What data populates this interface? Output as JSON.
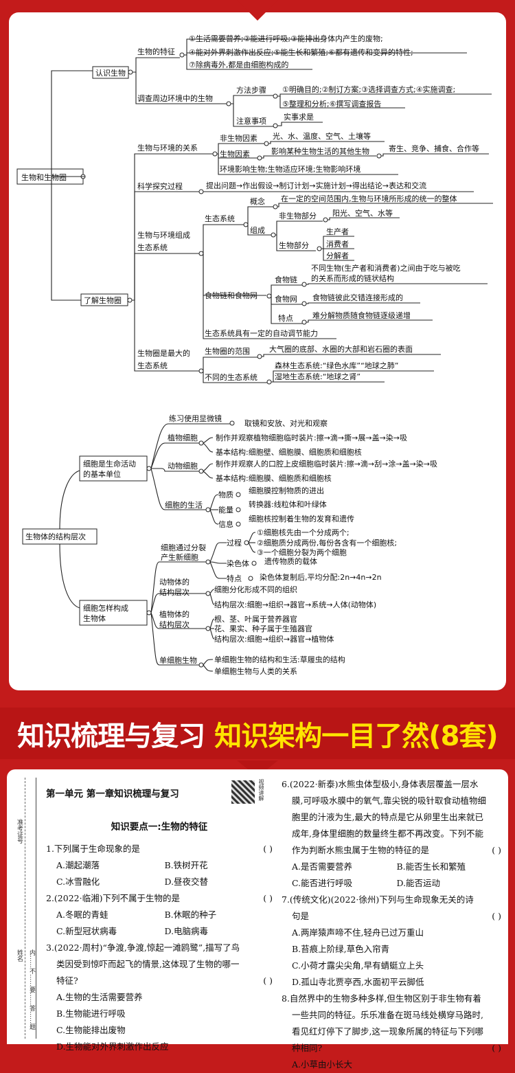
{
  "mindmap1": {
    "root": "生物和生物圈",
    "b1": "认识生物",
    "b1_1": "生物的特征",
    "c1": "①生活需要营养;②能进行呼吸;③能排出身体内产生的废物;",
    "c2": "④能对外界刺激作出反应;⑤能生长和繁殖;⑥都有遗传和变异的特性;",
    "c3": "⑦除病毒外,都是由细胞构成的",
    "b1_2": "调查周边环境中的生物",
    "fangfa": "方法步骤",
    "ff1": "①明确目的;②制订方案;③选择调查方式;④实施调查;",
    "ff2": "⑤整理和分析;⑥撰写调查报告",
    "zhuyi": "注意事项",
    "zy1": "实事求是",
    "b2": "了解生物圈",
    "b2_1": "生物与环境的关系",
    "fsw": "非生物因素",
    "fsw1": "光、水、温度、空气、土壤等",
    "sw": "生物因素",
    "sw1": "影响某种生物生活的其他生物",
    "sw2": "寄生、竞争、捕食、合作等",
    "hj": "环境影响生物;生物适应环境;生物影响环境",
    "b2_2": "科学探究过程",
    "kx": "提出问题→作出假设→制订计划→实施计划→得出结论→表达和交流",
    "b2_3a": "生物与环境组成",
    "b2_3b": "生态系统",
    "stxt": "生态系统",
    "gn": "概念",
    "gn1": "在一定的空间范围内,生物与环境所形成的统一的整体",
    "zc": "组成",
    "fswbf": "非生物部分",
    "fswbf1": "阳光、空气、水等",
    "swbf": "生物部分",
    "scz": "生产者",
    "xfz": "消费者",
    "fjz": "分解者",
    "swl": "食物链和食物网",
    "swlian": "食物链",
    "swl1a": "不同生物(生产者和消费者)之间由于吃与被吃",
    "swl1b": "的关系而形成的链状结构",
    "swwang": "食物网",
    "sww1": "食物链彼此交错连接形成的",
    "td": "特点",
    "td1": "难分解物质随食物链逐级递增",
    "zdtj": "生态系统具有一定的自动调节能力",
    "b2_4a": "生物圈是最大的",
    "b2_4b": "生态系统",
    "fw": "生物圈的范围",
    "fw1": "大气圈的底部、水圈的大部和岩石圈的表面",
    "btst": "不同的生态系统",
    "bt1": "森林生态系统:“绿色水库”“地球之肺”",
    "bt2": "湿地生态系统:“地球之肾”"
  },
  "mindmap2": {
    "root": "生物体的结构层次",
    "a1a": "细胞是生命活动",
    "a1b": "的基本单位",
    "xw": "练习使用显微镜",
    "xw1": "取镜和安放、对光和观察",
    "zwxb": "植物细胞",
    "zw1": "制作并观察植物细胞临时装片:擦→滴→撕→展→盖→染→吸",
    "zw2": "基本结构:细胞壁、细胞膜、细胞质和细胞核",
    "dwxb": "动物细胞",
    "dw1": "制作并观察人的口腔上皮细胞临时装片:擦→滴→刮→涂→盖→染→吸",
    "dw2": "基本结构:细胞膜、细胞质和细胞核",
    "xbsh": "细胞的生活",
    "wz": "物质",
    "wz1": "细胞膜控制物质的进出",
    "nl": "能量",
    "nl1": "转换器:线粒体和叶绿体",
    "xx": "信息",
    "xx1": "细胞核控制着生物的发育和遗传",
    "a2a": "细胞怎样构成",
    "a2b": "生物体",
    "fl1": "细胞通过分裂",
    "fl2": "产生新细胞",
    "gc": "过程",
    "gc1": "①细胞核先由一个分成两个;",
    "gc2": "②细胞质分成两份,每份各含有一个细胞核;",
    "gc3": "③一个细胞分裂为两个细胞",
    "rst": "染色体",
    "rst1": "遗传物质的载体",
    "td": "特点",
    "td1": "染色体复制后,平均分配:2n→4n→2n",
    "dwt1": "动物体的",
    "dwt2": "结构层次",
    "dwt_1": "细胞分化形成不同的组织",
    "dwt_2": "结构层次:细胞→组织→器官→系统→人体(动物体)",
    "zwt1": "植物体的",
    "zwt2": "结构层次",
    "zwt_1": "根、茎、叶属于营养器官",
    "zwt_2": "花、果实、种子属于生殖器官",
    "zwt_3": "结构层次:细胞→组织→器官→植物体",
    "dxb": "单细胞生物",
    "dxb1": "单细胞生物的结构和生活:草履虫的结构",
    "dxb2": "单细胞生物与人类的关系"
  },
  "banner": {
    "white": "知识梳理与复习",
    "yellow": "知识架构一目了然(8套)"
  },
  "page": {
    "side_a": "准考证号",
    "side_b": "姓名",
    "side_c": "内……不……要……答……题",
    "title": "第一单元 第一章知识梳理与复习",
    "qr_label": "视频讲解",
    "kp": "知识要点一:生物的特征",
    "paren": "(   )",
    "q1": "1.下列属于生命现象的是",
    "q1o": [
      "A.潮起潮落",
      "B.铁树开花",
      "C.冰雪融化",
      "D.昼夜交替"
    ],
    "q2": "2.(2022·临湘)下列不属于生物的是",
    "q2o": [
      "A.冬眠的青蛙",
      "B.休眠的种子",
      "C.新型冠状病毒",
      "D.电脑病毒"
    ],
    "q3a": "3.(2022·周村)“争渡,争渡,惊起一滩鸥鹭”,描写了鸟",
    "q3b": "类因受到惊吓而起飞的情景,这体现了生物的哪一",
    "q3c": "特征?",
    "q3o": [
      "A.生物的生活需要营养",
      "B.生物能进行呼吸",
      "C.生物能排出废物",
      "D.生物能对外界刺激作出反应"
    ],
    "q6a": "6.(2022·新泰)水熊虫体型极小,身体表层覆盖一层水",
    "q6b": "膜,可呼吸水膜中的氧气,靠尖锐的吸针取食动植物细",
    "q6c": "胞里的汁液为生,最大的特点是它从卵里生出来就已",
    "q6d": "成年,身体里细胞的数量终生都不再改变。下列不能",
    "q6e": "作为判断水熊虫属于生物的特征的是",
    "q6o": [
      "A.是否需要营养",
      "B.能否生长和繁殖",
      "C.能否进行呼吸",
      "D.能否运动"
    ],
    "q7a": "7.(传统文化)(2022·徐州)下列与生命现象无关的诗",
    "q7b": "句是",
    "q7o": [
      "A.两岸猿声啼不住,轻舟已过万重山",
      "B.苔痕上阶绿,草色入帘青",
      "C.小荷才露尖尖角,早有蜻蜓立上头",
      "D.孤山寺北贾亭西,水面初平云脚低"
    ],
    "q8a": "8.自然界中的生物多种多样,但生物区别于非生物有着",
    "q8b": "一些共同的特征。乐乐准备在斑马线处横穿马路时,",
    "q8c": "看见红灯停下了脚步,这一现象所属的特征与下列哪",
    "q8d": "种相同?",
    "q8o": "A.小草由小长大"
  }
}
